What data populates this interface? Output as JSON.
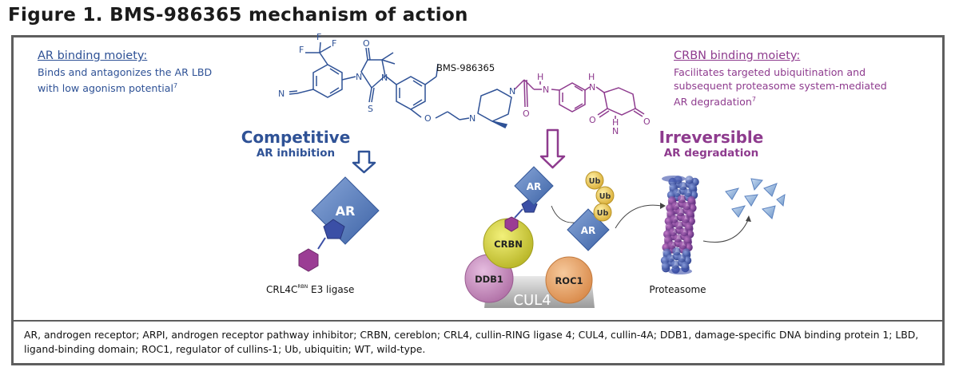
{
  "figure": {
    "title": "Figure 1. BMS-986365 mechanism of action"
  },
  "left_annotation": {
    "heading": "AR binding moiety:",
    "line1": "Binds and antagonizes the AR LBD",
    "line2": "with low agonism potential",
    "ref": "7"
  },
  "right_annotation": {
    "heading": "CRBN binding moiety:",
    "line1": "Facilitates targeted ubiquitination and",
    "line2": "subsequent proteasome system-mediated",
    "line3": "AR degradation",
    "ref": "7"
  },
  "molecule": {
    "name": "BMS-986365",
    "atoms": {
      "F1": "F",
      "F2": "F",
      "F3": "F",
      "N_cn": "N",
      "O_top": "O",
      "N1": "N",
      "N2": "N",
      "S": "S",
      "O_ether": "O",
      "N_pip1": "N",
      "N_pip2": "N",
      "O_amide": "O",
      "H1": "H",
      "N_amide": "N",
      "H2": "H",
      "N_amine": "N",
      "O_g1": "O",
      "O_g2": "O",
      "H3": "H",
      "N_imide": "N"
    }
  },
  "competitive": {
    "title": "Competitive",
    "subtitle": "AR inhibition"
  },
  "irreversible": {
    "title": "Irreversible",
    "subtitle": "AR degradation"
  },
  "labels": {
    "ar": "AR",
    "crl4c_prefix": "CRL4C",
    "crl4c_sup": "RBN",
    "crl4c_suffix": " E3 ligase",
    "crbn": "CRBN",
    "ddb1": "DDB1",
    "roc1": "ROC1",
    "cul4": "CUL4",
    "ub": "Ub",
    "proteasome": "Proteasome"
  },
  "colors": {
    "ar_blue": "#2f5296",
    "crbn_purple": "#8e3b8e",
    "ar_diamond": "#5b82bf",
    "crbn_yellow": "#d9d63a",
    "ddb1_pink": "#c98cbf",
    "roc1_orange": "#e7a46a",
    "ub_gold": "#eac85a",
    "frame_gray": "#5e5e5e"
  },
  "footnote": "AR, androgen receptor; ARPI, androgen receptor pathway inhibitor; CRBN, cereblon; CRL4, cullin-RING ligase 4; CUL4, cullin-4A; DDB1, damage-specific DNA binding protein 1; LBD, ligand-binding domain; ROC1, regulator of cullins-1; Ub, ubiquitin; WT, wild-type."
}
